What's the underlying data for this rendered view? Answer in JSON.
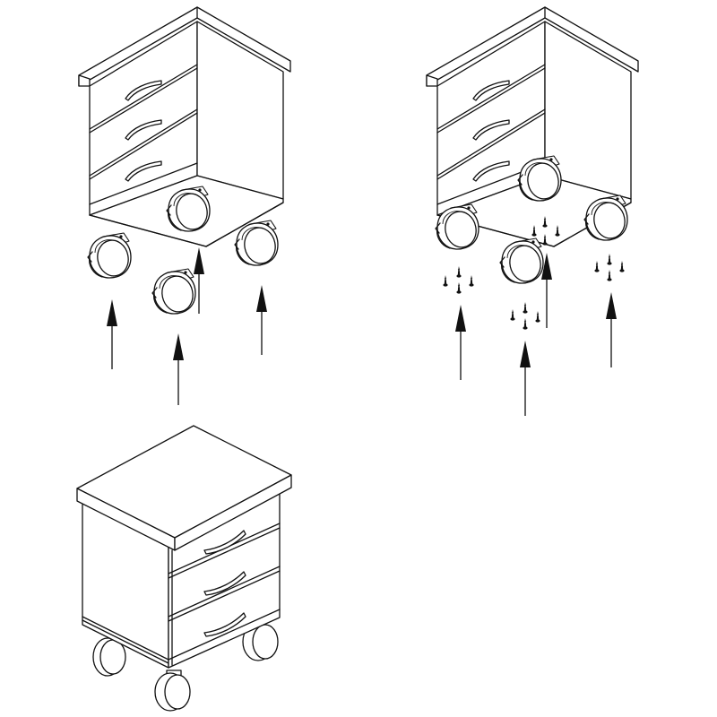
{
  "diagram": {
    "kind": "assembly-instructions",
    "subject": "mobile-drawer-pedestal",
    "steps": [
      {
        "id": "step-attach-casters",
        "drawers": 3,
        "casters": 4,
        "arrows": 4,
        "screws": 0
      },
      {
        "id": "step-fix-casters-with-screws",
        "drawers": 3,
        "casters": 4,
        "arrows": 4,
        "screws": 16
      },
      {
        "id": "step-finished-unit",
        "drawers": 3,
        "casters": 4,
        "arrows": 0,
        "screws": 0
      }
    ],
    "colors": {
      "line": "#111111",
      "fill": "#ffffff",
      "background": "#ffffff"
    }
  }
}
